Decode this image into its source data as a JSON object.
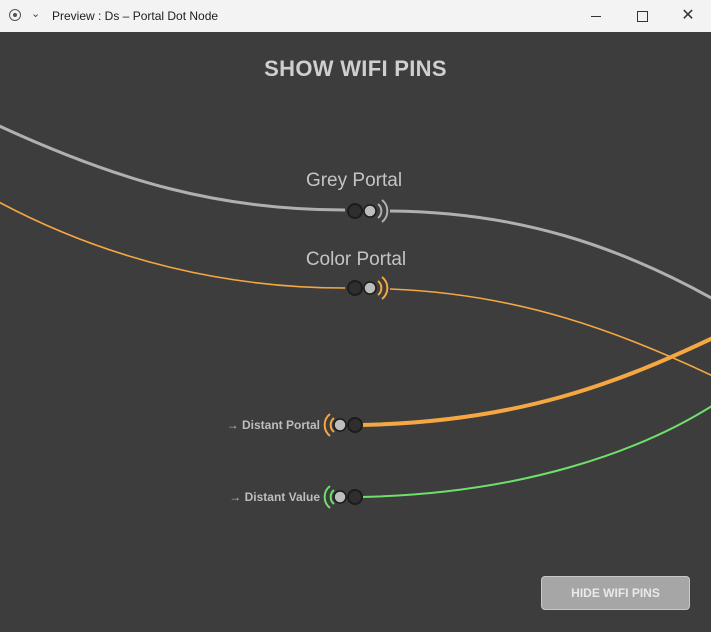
{
  "window": {
    "title": "Preview : Ds – Portal Dot Node",
    "chevron_glyph": "⌄",
    "close_glyph": "✕"
  },
  "canvas": {
    "heading": "SHOW WIFI PINS",
    "portals": {
      "grey": {
        "label": "Grey Portal",
        "color": "#b0b0b0"
      },
      "color": {
        "label": "Color Portal",
        "color": "#f5a742"
      }
    },
    "pins": {
      "distant_portal": {
        "label": "→ Distant Portal",
        "color": "#f5a742"
      },
      "distant_value": {
        "label": "→ Distant Value",
        "color": "#6fe06a"
      }
    },
    "hide_button": {
      "label": "HIDE WIFI PINS"
    }
  },
  "colors": {
    "canvas_bg": "#3d3d3d",
    "wire_grey": "#b0b0b0",
    "wire_orange": "#f5a742",
    "wire_green": "#6fe06a",
    "dot_fill": "#2e2e2e",
    "dot_ring": "#1c1c1c",
    "dot_light": "#bdbdbd"
  }
}
